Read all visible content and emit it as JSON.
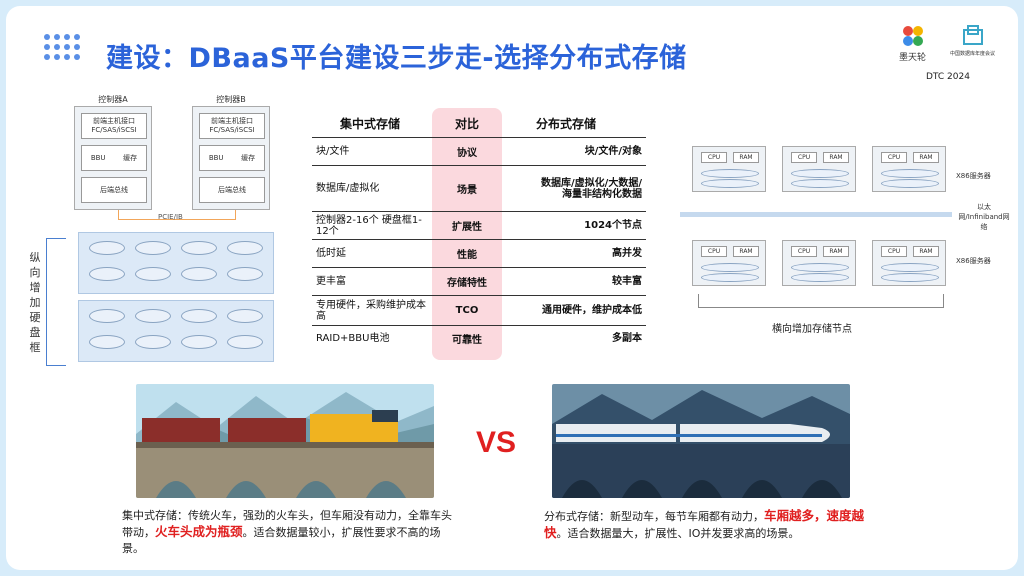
{
  "title": "建设：DBaaS平台建设三步走-选择分布式存储",
  "logos": {
    "brand": "墨天轮",
    "org": "中国数据库年度会议",
    "event": "DTC 2024"
  },
  "left_diagram": {
    "controller_a": "控制器A",
    "controller_b": "控制器B",
    "frontend_port": "前端主机接口",
    "protocols": "FC/SAS/iSCSI",
    "bbu": "BBU",
    "cache": "缓存",
    "backend_bus": "后端总线",
    "pcie": "PCIE/IB",
    "vertical_label": "纵向增加硬盘框"
  },
  "table": {
    "header": {
      "left": "集中式存储",
      "middle": "对比",
      "right": "分布式存储"
    },
    "rows": [
      {
        "left": "块/文件",
        "middle": "协议",
        "right": "块/文件/对象"
      },
      {
        "left": "数据库/虚拟化",
        "middle": "场景",
        "right": "数据库/虚拟化/大数据/海量非结构化数据"
      },
      {
        "left": "控制器2-16个 硬盘框1-12个",
        "middle": "扩展性",
        "right": "1024个节点"
      },
      {
        "left": "低时延",
        "middle": "性能",
        "right": "高并发"
      },
      {
        "left": "更丰富",
        "middle": "存储特性",
        "right": "较丰富"
      },
      {
        "left": "专用硬件，采购维护成本高",
        "middle": "TCO",
        "right": "通用硬件，维护成本低"
      },
      {
        "left": "RAID+BBU电池",
        "middle": "可靠性",
        "right": "多副本"
      }
    ]
  },
  "right_diagram": {
    "cpu": "CPU",
    "ram": "RAM",
    "server_label": "X86服务器",
    "network_label": "以太网/Infiniband网络",
    "horizontal_label": "横向增加存储节点"
  },
  "vs": "VS",
  "caption_left": {
    "pre": "集中式存储：传统火车，强劲的火车头，但车厢没有动力，全靠车头带动，",
    "highlight": "火车头成为瓶颈",
    "post": "。适合数据量较小，扩展性要求不高的场景。"
  },
  "caption_right": {
    "pre": "分布式存储：新型动车，每节车厢都有动力，",
    "highlight": "车厢越多，速度越快",
    "post": "。适合数据量大，扩展性、IO并发要求高的场景。"
  },
  "colors": {
    "title": "#2b63d9",
    "accent_red": "#e02020",
    "compare_bg": "#fbd9de"
  }
}
